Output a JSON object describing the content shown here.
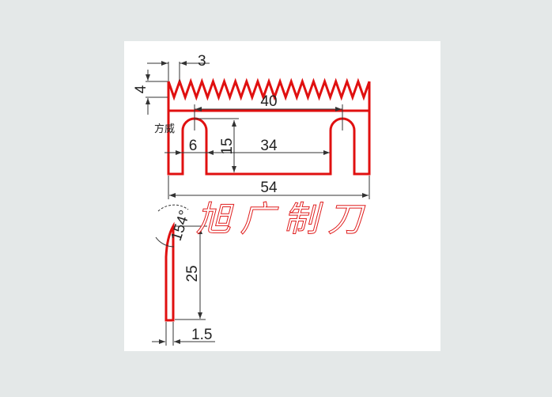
{
  "drawing": {
    "maker_label": "方威",
    "watermark": "旭广制刀",
    "colors": {
      "outline": "#e01010",
      "dimension": "#333333",
      "background": "#e4e8e8",
      "sheet": "#ffffff"
    },
    "top_view": {
      "tooth_pitch": "3",
      "tooth_height": "4",
      "slot_center_distance": "40",
      "slot_width": "6",
      "slot_depth": "15",
      "inner_span": "34",
      "overall_length": "54"
    },
    "side_view": {
      "bevel_angle": "154°",
      "height": "25",
      "thickness": "1.5"
    }
  }
}
